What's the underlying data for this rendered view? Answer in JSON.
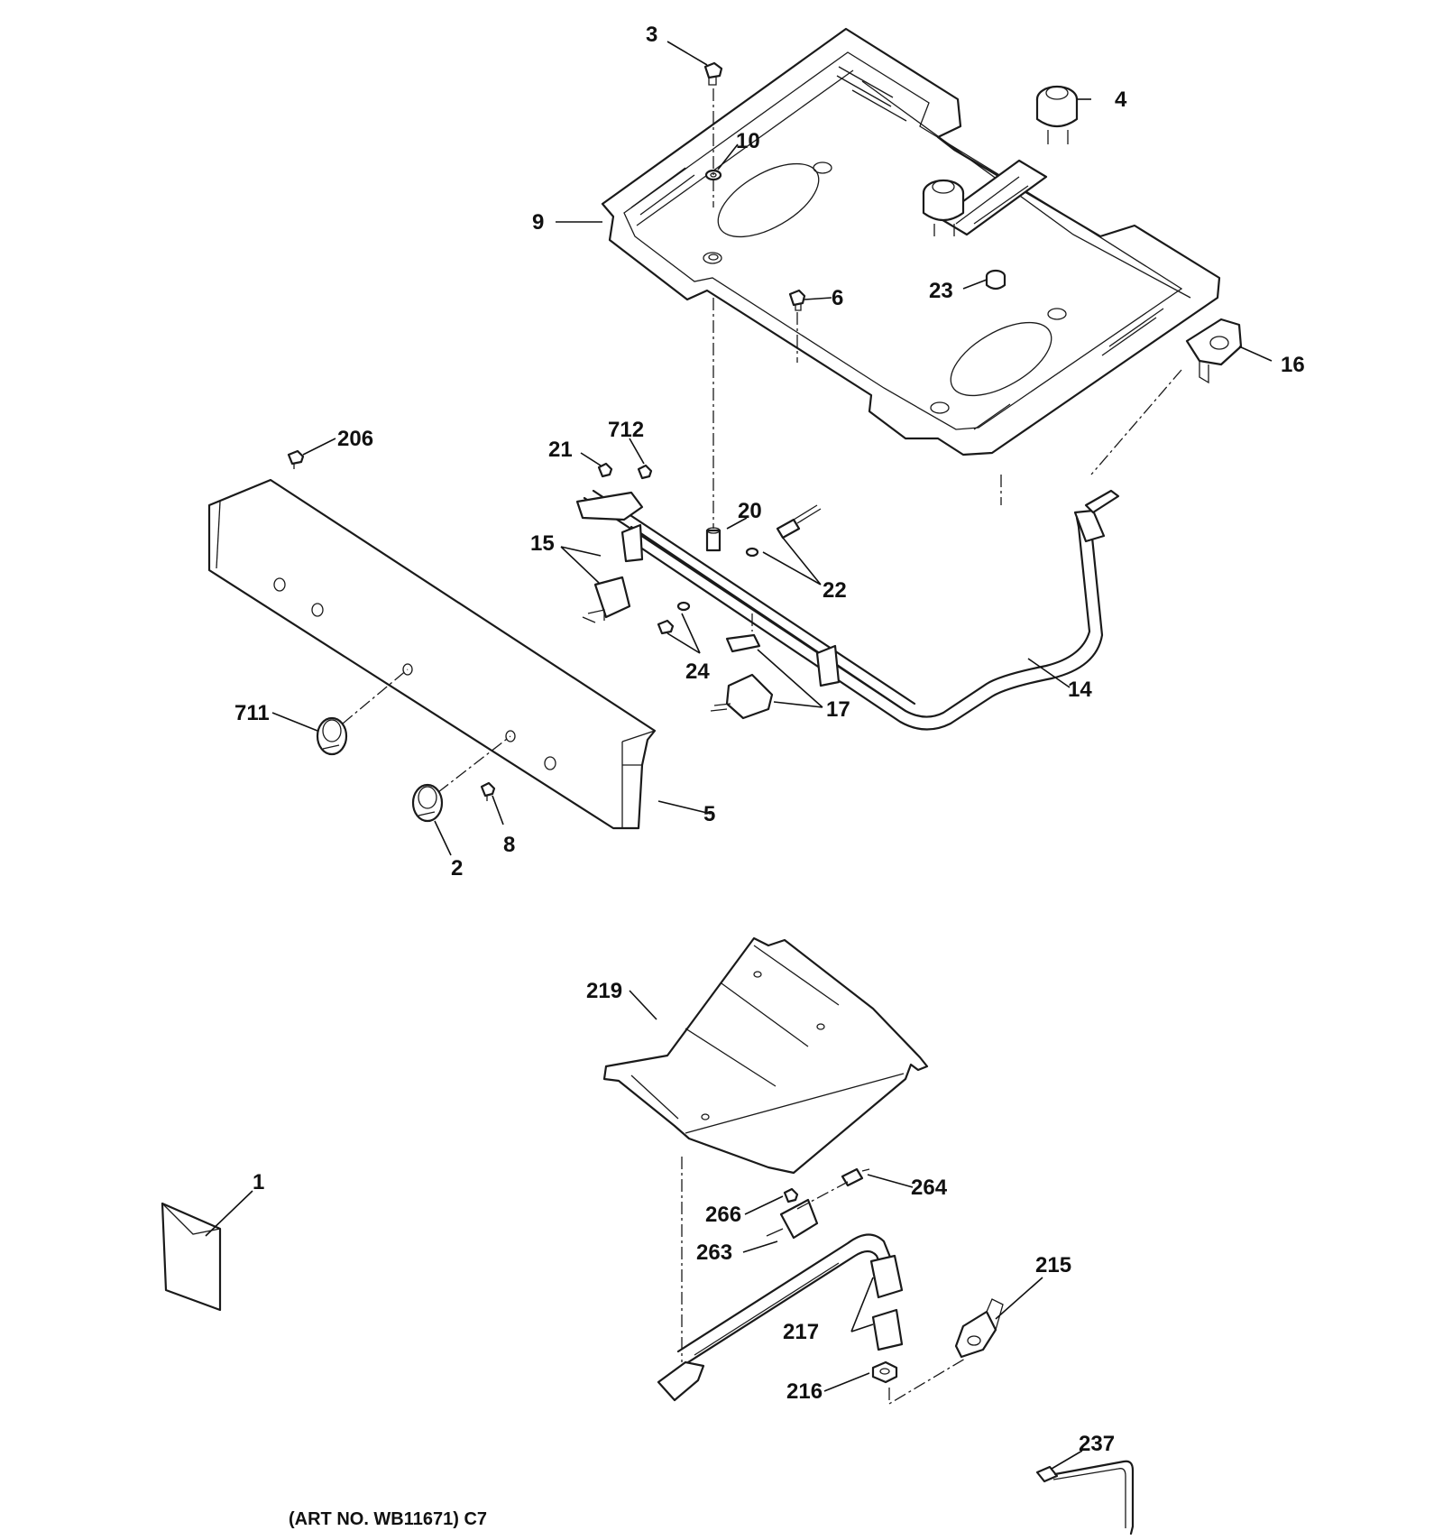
{
  "callouts": {
    "c3": "3",
    "c4": "4",
    "c10": "10",
    "c9": "9",
    "c6": "6",
    "c23": "23",
    "c16": "16",
    "c206": "206",
    "c712": "712",
    "c21": "21",
    "c20": "20",
    "c15": "15",
    "c22": "22",
    "c24": "24",
    "c17": "17",
    "c14": "14",
    "c711": "711",
    "c5": "5",
    "c8": "8",
    "c2": "2",
    "c219": "219",
    "c1": "1",
    "c264": "264",
    "c266": "266",
    "c263": "263",
    "c215": "215",
    "c217": "217",
    "c216": "216",
    "c237": "237"
  },
  "art_number": "(ART NO. WB11671) C7"
}
